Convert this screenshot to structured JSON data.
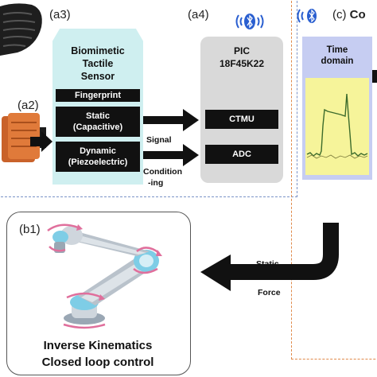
{
  "panels": {
    "a2": "(a2)",
    "a3": "(a3)",
    "a4": "(a4)",
    "b1": "(b1)",
    "c": "(c)",
    "c_suffix": "Co"
  },
  "sensor": {
    "title_line1": "Biomimetic",
    "title_line2": "Tactile",
    "title_line3": "Sensor",
    "fingerprint": "Fingerprint",
    "static_line1": "Static",
    "static_line2": "(Capacitive)",
    "dynamic_line1": "Dynamic",
    "dynamic_line2": "(Piezoelectric)"
  },
  "signal_conditioning": {
    "line1": "Signal",
    "line2": "Condition",
    "line3": "-ing"
  },
  "pic": {
    "title_line1": "PIC",
    "title_line2": "18F45K22",
    "ctmu": "CTMU",
    "adc": "ADC"
  },
  "time_domain": {
    "line1": "Time",
    "line2": "domain"
  },
  "static_force": {
    "line1": "Static",
    "line2": "Force"
  },
  "b1_caption": {
    "line1": "Inverse Kinematics",
    "line2": "Closed loop control"
  },
  "colors": {
    "sensor_bg": "#cfeff0",
    "pic_bg": "#d9d9d9",
    "time_bg": "#c6cdf2",
    "plot_bg": "#f6f49a",
    "dash_blue": "#7b93c8",
    "dash_orange": "#e08a4a",
    "bluetooth": "#2a5fd0"
  }
}
